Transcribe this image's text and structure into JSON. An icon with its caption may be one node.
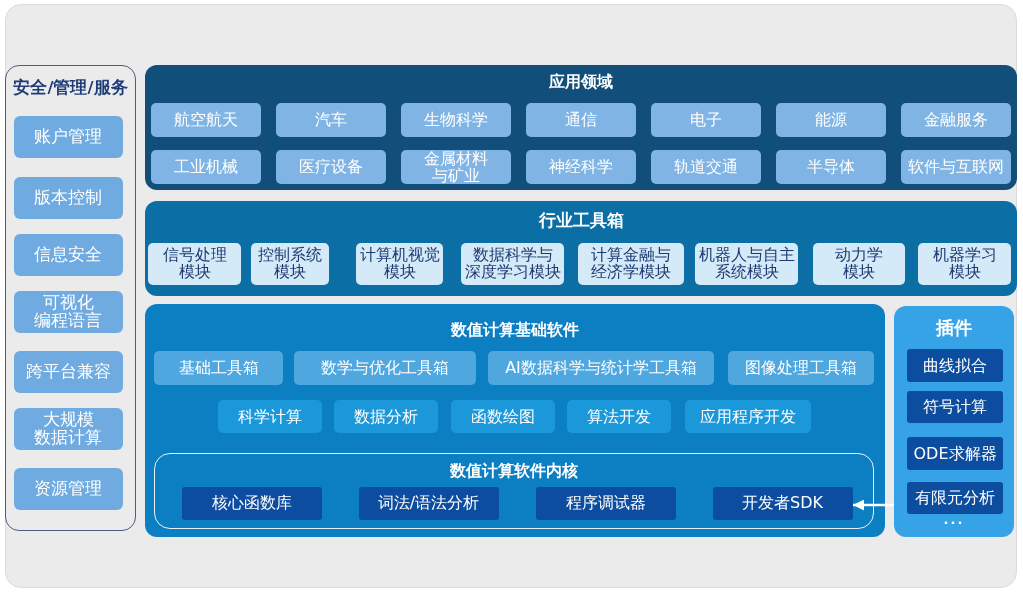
{
  "diagram": {
    "nodes": [
      {
        "text": [
          "安全/管理/服务"
        ]
      },
      {
        "text": [
          "账户管理"
        ],
        "in": 0
      },
      {
        "text": [
          "版本控制"
        ],
        "in": 0
      },
      {
        "text": [
          "信息安全"
        ],
        "in": 0
      },
      {
        "text": [
          "可视化编程语言"
        ],
        "in": 0
      },
      {
        "text": [
          "跨平台兼容"
        ],
        "in": 0
      },
      {
        "text": [
          "大规模数据计算"
        ],
        "in": 0
      },
      {
        "text": [
          "资源管理"
        ],
        "in": 0
      },
      {
        "text": [
          "应用领域"
        ]
      },
      {
        "text": [
          "航空航天"
        ],
        "in": 8
      },
      {
        "text": [
          "汽车"
        ],
        "in": 8
      },
      {
        "text": [
          "生物科学"
        ],
        "in": 8
      },
      {
        "text": [
          "通信"
        ],
        "in": 8
      },
      {
        "text": [
          "电子"
        ],
        "in": 8
      },
      {
        "text": [
          "能源"
        ],
        "in": 8
      },
      {
        "text": [
          "金融服务"
        ],
        "in": 8
      },
      {
        "text": [
          "工业机械"
        ],
        "in": 8
      },
      {
        "text": [
          "医疗设备"
        ],
        "in": 8
      },
      {
        "text": [
          "金属材料与矿业"
        ],
        "in": 8
      },
      {
        "text": [
          "神经科学"
        ],
        "in": 8
      },
      {
        "text": [
          "轨道交通"
        ],
        "in": 8
      },
      {
        "text": [
          "半导体"
        ],
        "in": 8
      },
      {
        "text": [
          "软件与互联网"
        ],
        "in": 8
      },
      {
        "text": [
          "行业工具箱"
        ]
      },
      {
        "text": [
          "信号处理模块"
        ],
        "in": 23
      },
      {
        "text": [
          "控制系统模块"
        ],
        "in": 23
      },
      {
        "text": [
          "计算机视觉模块"
        ],
        "in": 23
      },
      {
        "text": [
          "数据科学与深度学习模块"
        ],
        "in": 23
      },
      {
        "text": [
          "计算金融与经济学模块"
        ],
        "in": 23
      },
      {
        "text": [
          "机器人与自主系统模块"
        ],
        "in": 23
      },
      {
        "text": [
          "动力学模块"
        ],
        "in": 23
      },
      {
        "text": [
          "机器学习模块"
        ],
        "in": 23
      },
      {
        "text": [
          "数值计算基础软件"
        ]
      },
      {
        "text": [
          "基础工具箱"
        ],
        "in": 32
      },
      {
        "text": [
          "数学与优化工具箱"
        ],
        "in": 32
      },
      {
        "text": [
          "AI数据科学与统计学工具箱"
        ],
        "in": 32
      },
      {
        "text": [
          "图像处理工具箱"
        ],
        "in": 32
      },
      {
        "text": [
          "科学计算"
        ],
        "in": 32
      },
      {
        "text": [
          "数据分析"
        ],
        "in": 32
      },
      {
        "text": [
          "函数绘图"
        ],
        "in": 32
      },
      {
        "text": [
          "算法开发"
        ],
        "in": 32
      },
      {
        "text": [
          "应用程序开发"
        ],
        "in": 32
      },
      {
        "text": [
          "数值计算软件内核"
        ],
        "in": 32
      },
      {
        "text": [
          "核心函数库"
        ],
        "in": 42
      },
      {
        "text": [
          "词法/语法分析"
        ],
        "in": 42
      },
      {
        "text": [
          "程序调试器"
        ],
        "in": 42
      },
      {
        "text": [
          "开发者SDK"
        ],
        "in": 42
      },
      {
        "text": [
          "插件",
          "···"
        ]
      },
      {
        "text": [
          "曲线拟合"
        ],
        "in": 47
      },
      {
        "text": [
          "符号计算"
        ],
        "in": 47
      },
      {
        "text": [
          "ODE求解器"
        ],
        "in": 47
      },
      {
        "text": [
          "有限元分析"
        ],
        "in": 47
      }
    ],
    "edges": [
      {
        "from": 47,
        "to": 46,
        "arrow": "to"
      }
    ]
  }
}
